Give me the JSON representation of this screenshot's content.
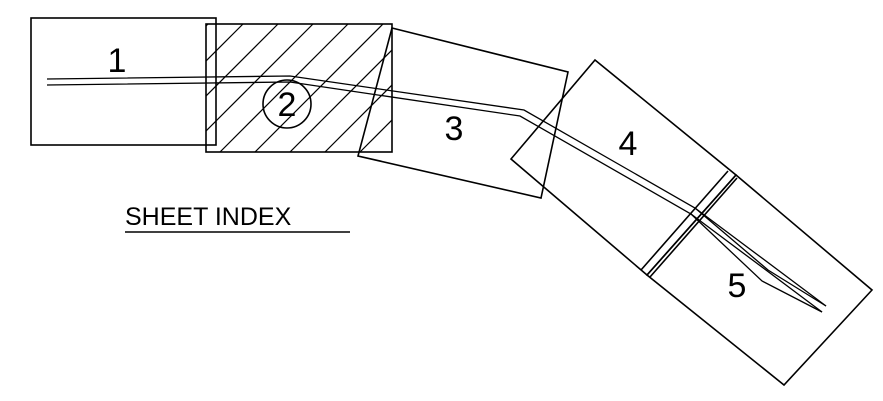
{
  "title": "SHEET INDEX",
  "current_sheet": "2",
  "sheets": [
    {
      "label": "1",
      "current": false
    },
    {
      "label": "2",
      "current": true
    },
    {
      "label": "3",
      "current": false
    },
    {
      "label": "4",
      "current": false
    },
    {
      "label": "5",
      "current": false
    }
  ],
  "colors": {
    "line": "#000000",
    "background": "#ffffff"
  }
}
